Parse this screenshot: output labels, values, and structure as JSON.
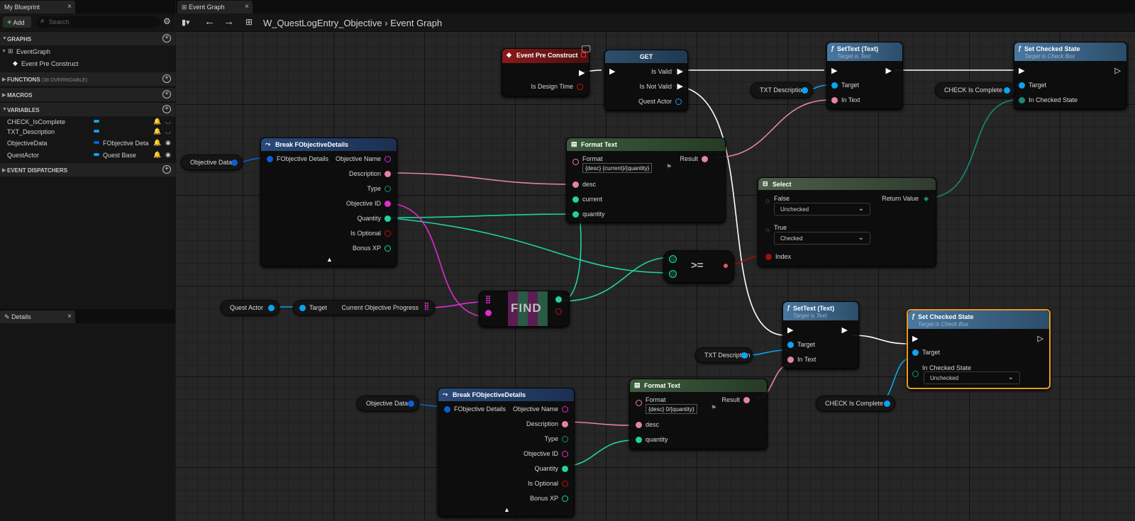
{
  "left_tabs": {
    "blueprint": "My Blueprint",
    "details": "Details"
  },
  "add_label": "Add",
  "search_placeholder": "Search",
  "sections": {
    "graphs": "GRAPHS",
    "functions": "FUNCTIONS",
    "functions_sub": "(38 OVERRIDABLE)",
    "macros": "MACROS",
    "variables": "VARIABLES",
    "dispatchers": "EVENT DISPATCHERS"
  },
  "graphs": {
    "event_graph": "EventGraph",
    "pre_construct": "Event Pre Construct"
  },
  "variables": [
    {
      "name": "CHECK_IsComplete",
      "type": "",
      "color": "#0aa4f0"
    },
    {
      "name": "TXT_Description",
      "type": "",
      "color": "#0aa4f0"
    },
    {
      "name": "ObjectiveData",
      "type": "FObjective Deta",
      "color": "#0a5fd6"
    },
    {
      "name": "QuestActor",
      "type": "Quest Base",
      "color": "#0aa4f0"
    }
  ],
  "graph_tab": "Event Graph",
  "breadcrumb": {
    "asset": "W_QuestLogEntry_Objective",
    "graph": "Event Graph"
  },
  "nodes": {
    "pre_construct": {
      "title": "Event Pre Construct",
      "pin": "Is Design Time"
    },
    "get": {
      "title": "GET",
      "is_valid": "Is Valid",
      "is_not_valid": "Is Not Valid",
      "quest_actor": "Quest Actor"
    },
    "settext1": {
      "title": "SetText (Text)",
      "sub": "Target is Text",
      "target": "Target",
      "in_text": "In Text"
    },
    "setchecked1": {
      "title": "Set Checked State",
      "sub": "Target is Check Box",
      "target": "Target",
      "in_state": "In Checked State"
    },
    "var_txt1": "TXT Description",
    "var_check1": "CHECK Is Complete",
    "var_objdata1": "Objective Data",
    "break1": {
      "title": "Break FObjectiveDetails",
      "in": "FObjective Details",
      "pins": [
        "Objective Name",
        "Description",
        "Type",
        "Objective ID",
        "Quantity",
        "Is Optional",
        "Bonus XP"
      ]
    },
    "format1": {
      "title": "Format Text",
      "format": "Format",
      "format_value": "{desc} {current}/{quantity}",
      "result": "Result",
      "pins": [
        "desc",
        "current",
        "quantity"
      ]
    },
    "select": {
      "title": "Select",
      "false": "False",
      "false_value": "Unchecked",
      "true": "True",
      "true_value": "Checked",
      "index": "Index",
      "return": "Return Value"
    },
    "gte": {
      "label": ">="
    },
    "quest_actor_var": "Quest Actor",
    "progress": {
      "target": "Target",
      "out": "Current Objective Progress"
    },
    "find": {
      "label": "FIND"
    },
    "settext2": {
      "title": "SetText (Text)",
      "sub": "Target is Text",
      "target": "Target",
      "in_text": "In Text"
    },
    "setchecked2": {
      "title": "Set Checked State",
      "sub": "Target is Check Box",
      "target": "Target",
      "in_state": "In Checked State",
      "value": "Unchecked"
    },
    "var_txt2": "TXT Description",
    "var_check2": "CHECK Is Complete",
    "var_objdata2": "Objective Data",
    "break2": {
      "title": "Break FObjectiveDetails",
      "in": "FObjective Details",
      "pins": [
        "Objective Name",
        "Description",
        "Type",
        "Objective ID",
        "Quantity",
        "Is Optional",
        "Bonus XP"
      ]
    },
    "format2": {
      "title": "Format Text",
      "format": "Format",
      "format_value": "{desc} 0/{quantity}",
      "result": "Result",
      "pins": [
        "desc",
        "quantity"
      ]
    }
  }
}
